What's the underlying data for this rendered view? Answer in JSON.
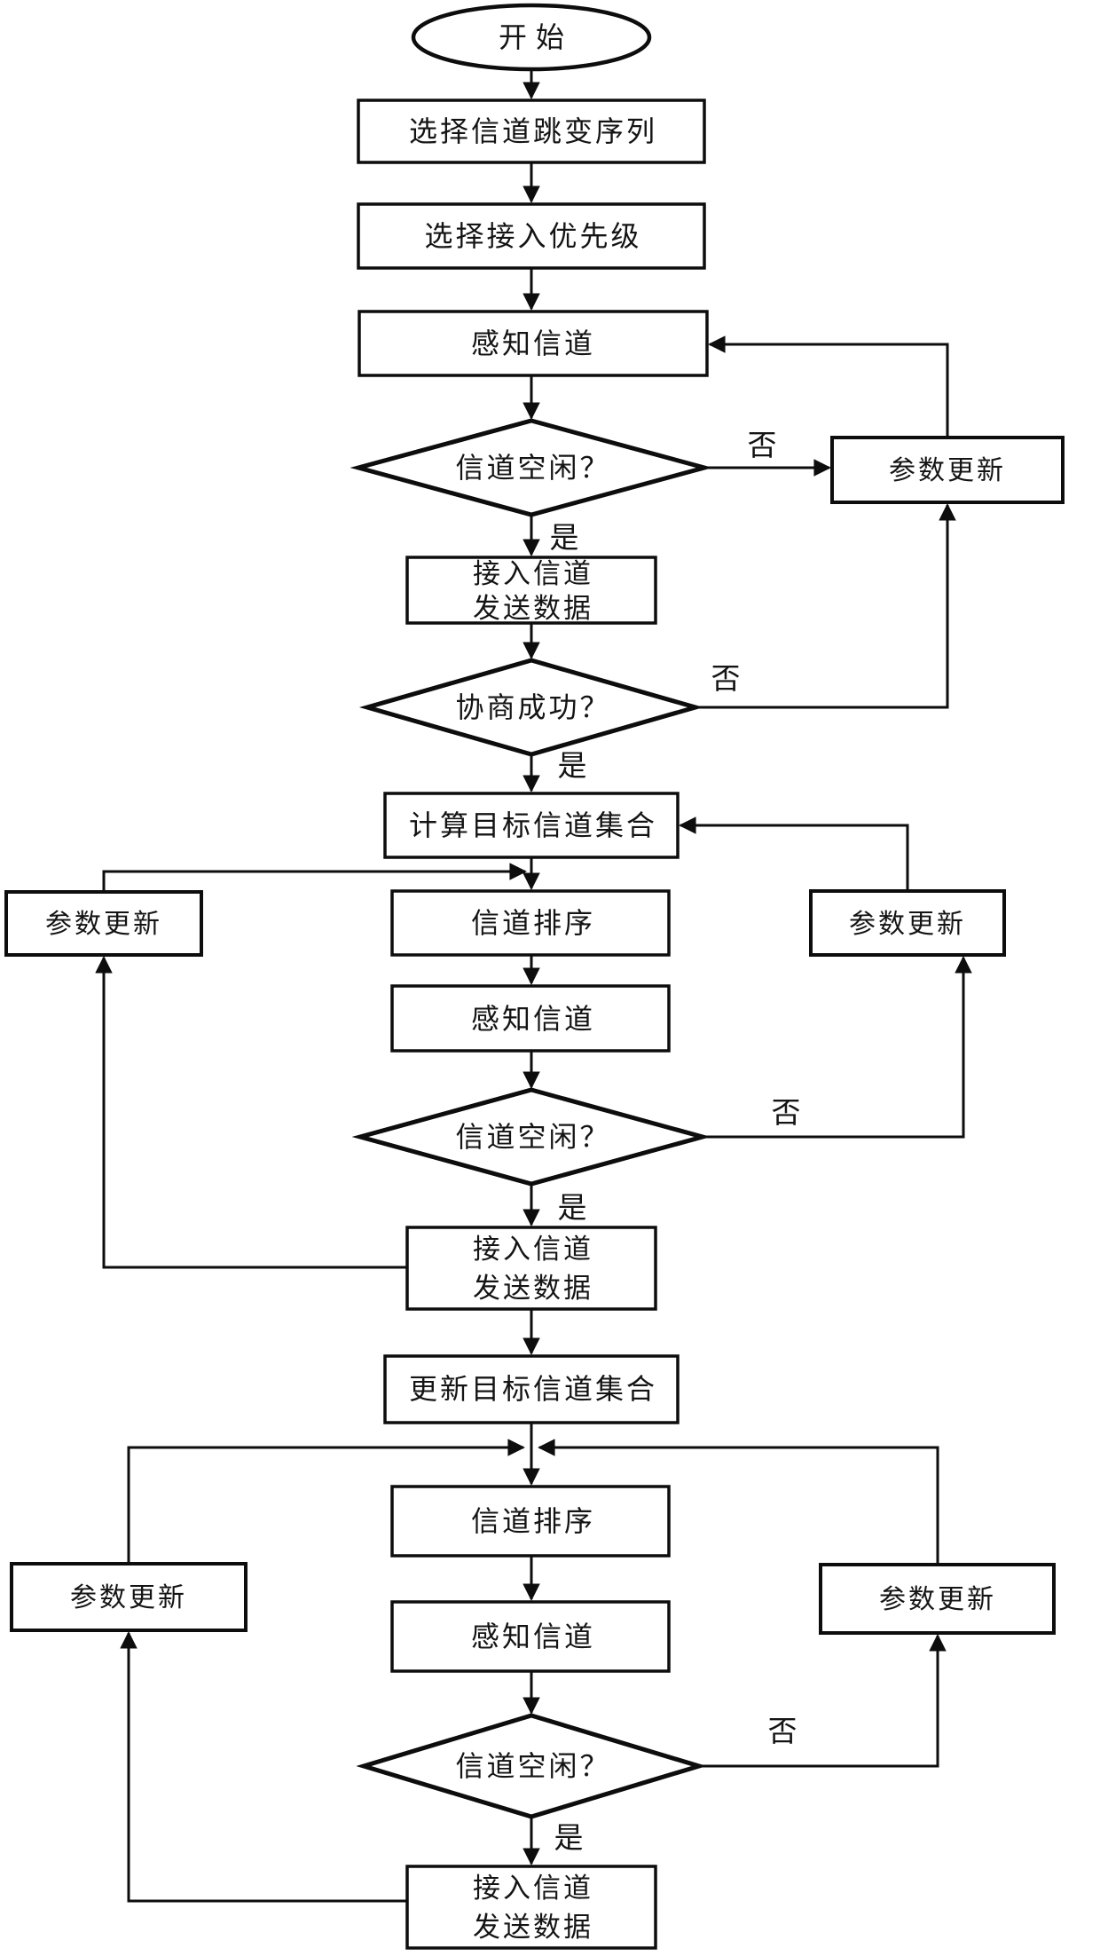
{
  "diagram": {
    "background_color": "#ffffff",
    "line_color": "#0d0d0d",
    "nodes": {
      "start": "开始",
      "select_sequence": "选择信道跳变序列",
      "select_priority": "选择接入优先级",
      "sense_channel": "感知信道",
      "channel_idle": "信道空闲？",
      "access_channel_line1": "接入信道",
      "access_channel_line2": "发送数据",
      "negotiation_success": "协商成功？",
      "compute_target_set": "计算目标信道集合",
      "channel_sort": "信道排序",
      "update_target_set": "更新目标信道集合",
      "param_update": "参数更新"
    },
    "edge_labels": {
      "yes": "是",
      "no": "否"
    }
  }
}
